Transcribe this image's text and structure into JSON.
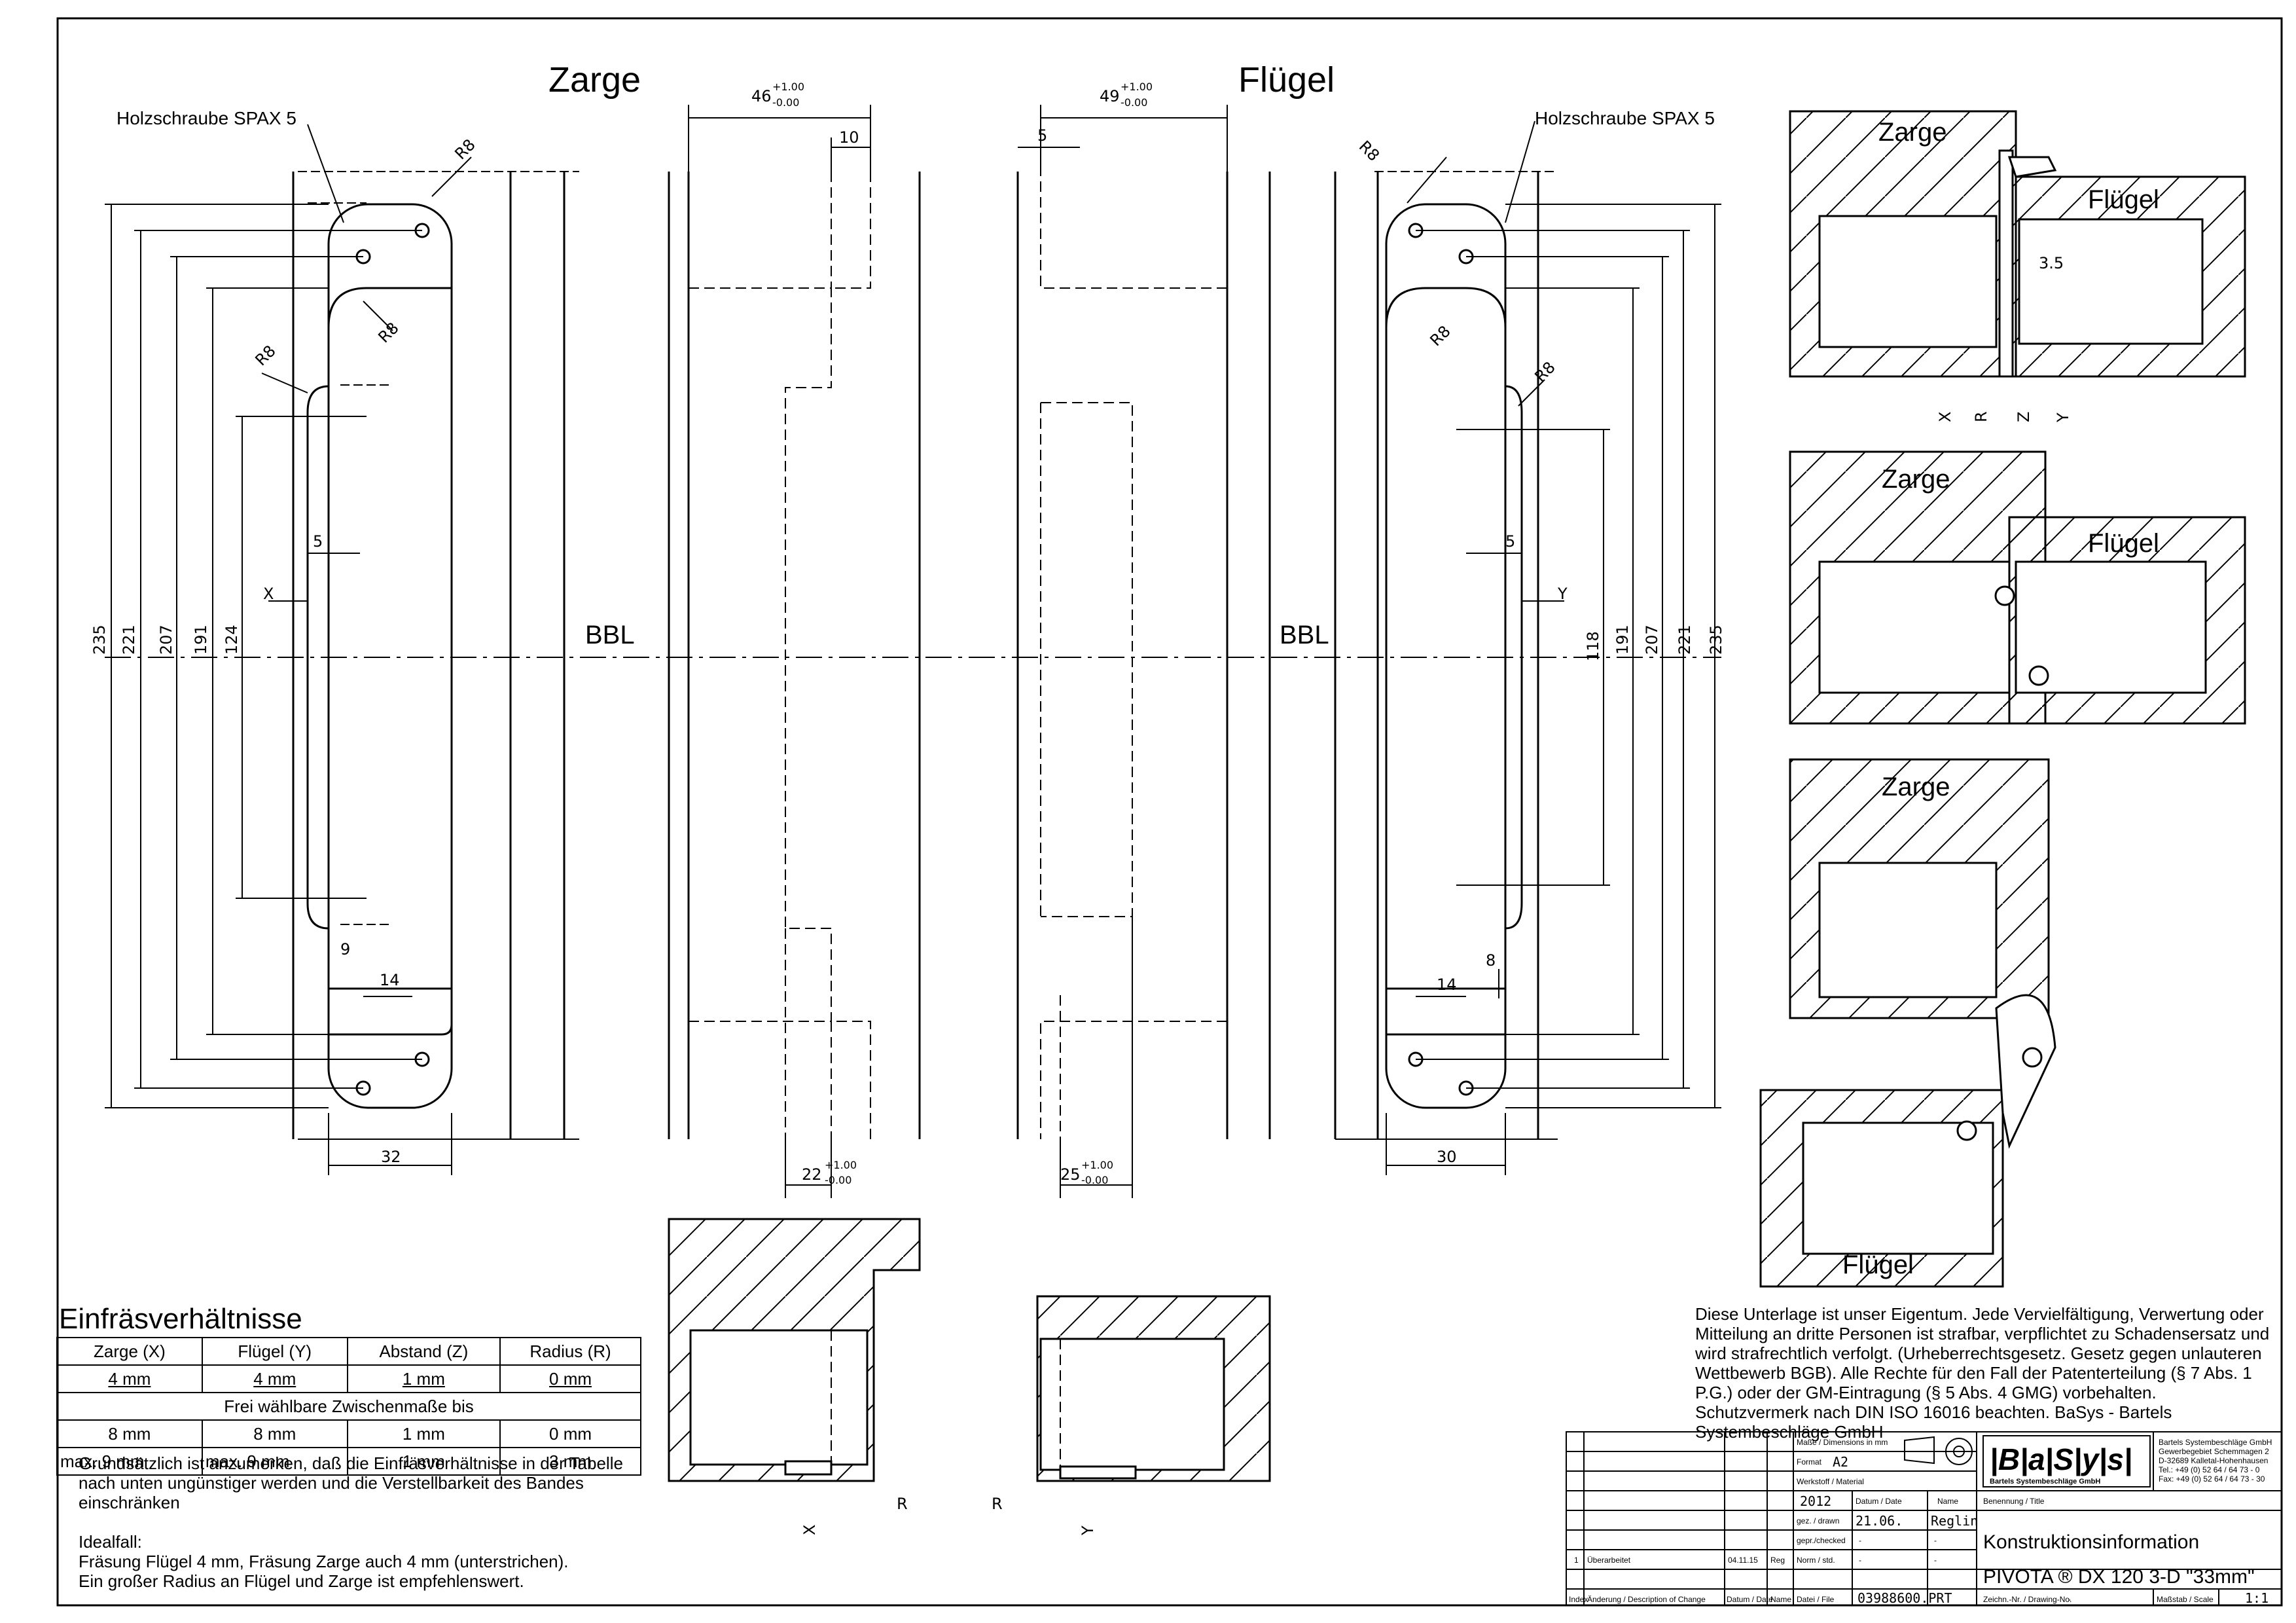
{
  "views": {
    "zarge_title": "Zarge",
    "fluegel_title": "Flügel",
    "bbl": "BBL",
    "screw_label": "Holzschraube SPAX 5"
  },
  "dimensions": {
    "zarge": {
      "total": "235",
      "d221": "221",
      "d207": "207",
      "d191": "191",
      "d124": "124",
      "width": "32",
      "offset5": "5",
      "x": "X",
      "r8": "R8",
      "d9": "9",
      "d14": "14"
    },
    "fluegel": {
      "total": "235",
      "d221": "221",
      "d207": "207",
      "d191": "191",
      "d118": "118",
      "width": "30",
      "offset5": "5",
      "y": "Y",
      "r8": "R8",
      "d8": "8",
      "d14": "14"
    },
    "side_zarge": {
      "top": "46",
      "top_tol_plus": "+1.00",
      "top_tol_minus": "-0.00",
      "d10": "10",
      "bottom": "22",
      "bottom_tol_plus": "+1.00",
      "bottom_tol_minus": "-0.00"
    },
    "side_fluegel": {
      "top": "49",
      "top_tol_plus": "+1.00",
      "top_tol_minus": "-0.00",
      "d5": "5",
      "bottom": "25",
      "bottom_tol_plus": "+1.00",
      "bottom_tol_minus": "-0.00"
    },
    "section": {
      "gap": "3.5",
      "x": "X",
      "r": "R",
      "z": "Z",
      "y": "Y"
    }
  },
  "section_labels": {
    "zarge": "Zarge",
    "fluegel": "Flügel"
  },
  "einfraes": {
    "title": "Einfräsverhältnisse",
    "headers": [
      "Zarge (X)",
      "Flügel (Y)",
      "Abstand (Z)",
      "Radius (R)"
    ],
    "row_main": [
      "4 mm",
      "4 mm",
      "1 mm",
      "0 mm"
    ],
    "subheading": "Frei wählbare Zwischenmaße bis",
    "rows": [
      [
        "8 mm",
        "8 mm",
        "1 mm",
        "0 mm"
      ],
      [
        "max. 9 mm",
        "max. 9 mm",
        "1 mm",
        "3 mm"
      ]
    ]
  },
  "remarks": {
    "general": "Grundsätzlich ist anzumerken, daß die Einfräsverhältnisse in der Tabelle nach unten ungünstiger werden und die Verstellbarkeit des Bandes einschränken",
    "ideal_title": "Idealfall:",
    "ideal_line1": "Fräsung Flügel 4 mm, Fräsung Zarge auch 4 mm (unterstrichen).",
    "ideal_line2": "Ein großer Radius an Flügel und Zarge ist empfehlenswert."
  },
  "legal_notice": "Diese Unterlage ist unser Eigentum. Jede Vervielfältigung, Verwertung oder Mitteilung an dritte Personen ist strafbar, verpflichtet zu Schadensersatz und wird strafrechtlich verfolgt. (Urheberrechtsgesetz. Gesetz gegen unlauteren Wettbewerb BGB). Alle Rechte für den Fall der Patenterteilung (§ 7 Abs. 1 P.G.) oder der GM-Eintragung (§ 5 Abs. 4 GMG) vorbehalten. Schutzvermerk nach DIN ISO 16016 beachten. BaSys - Bartels Systembeschläge GmbH",
  "title_block": {
    "dimensions_label": "Maße / Dimensions in mm",
    "format_label": "Format",
    "format_value": "A2",
    "material_label": "Werkstoff / Material",
    "year": "2012",
    "date_label": "Datum / Date",
    "name_label": "Name",
    "drawn_label": "gez. / drawn",
    "drawn_date": "21.06.",
    "drawn_name": "Reglin",
    "checked_label": "gepr./checked",
    "norm_label": "Norm / std.",
    "dash": "-",
    "file_label": "Datei / File",
    "file_value": "03988600.PRT",
    "rev_index": "1",
    "rev_desc": "Überarbeitet",
    "rev_date": "04.11.15",
    "rev_name": "Reg",
    "index_label": "Index",
    "change_label": "Änderung / Description of Change",
    "rev_date_label": "Datum / Date",
    "rev_name_label": "Name",
    "title_label": "Benennung / Title",
    "title_line1": "Konstruktionsinformation",
    "title_line2": "PIVOTA ® DX 120 3-D \"33mm\"",
    "drawing_no_label": "Zeichn.-Nr. / Drawing-No.",
    "drawing_no": "-",
    "scale_label": "Maßstab / Scale",
    "scale_value": "1:1",
    "logo": "|B|a|S|y|s|",
    "logo_sub": "Bartels Systembeschläge GmbH",
    "company_line1": "Bartels Systembeschläge GmbH",
    "company_line2": "Gewerbegebiet Schemmagen 2",
    "company_line3": "D-32689 Kalletal-Hohenhausen",
    "company_tel": "Tel.:   +49 (0) 52 64 / 64 73 - 0",
    "company_fax": "Fax:   +49 (0) 52 64 / 64 73 - 30"
  }
}
